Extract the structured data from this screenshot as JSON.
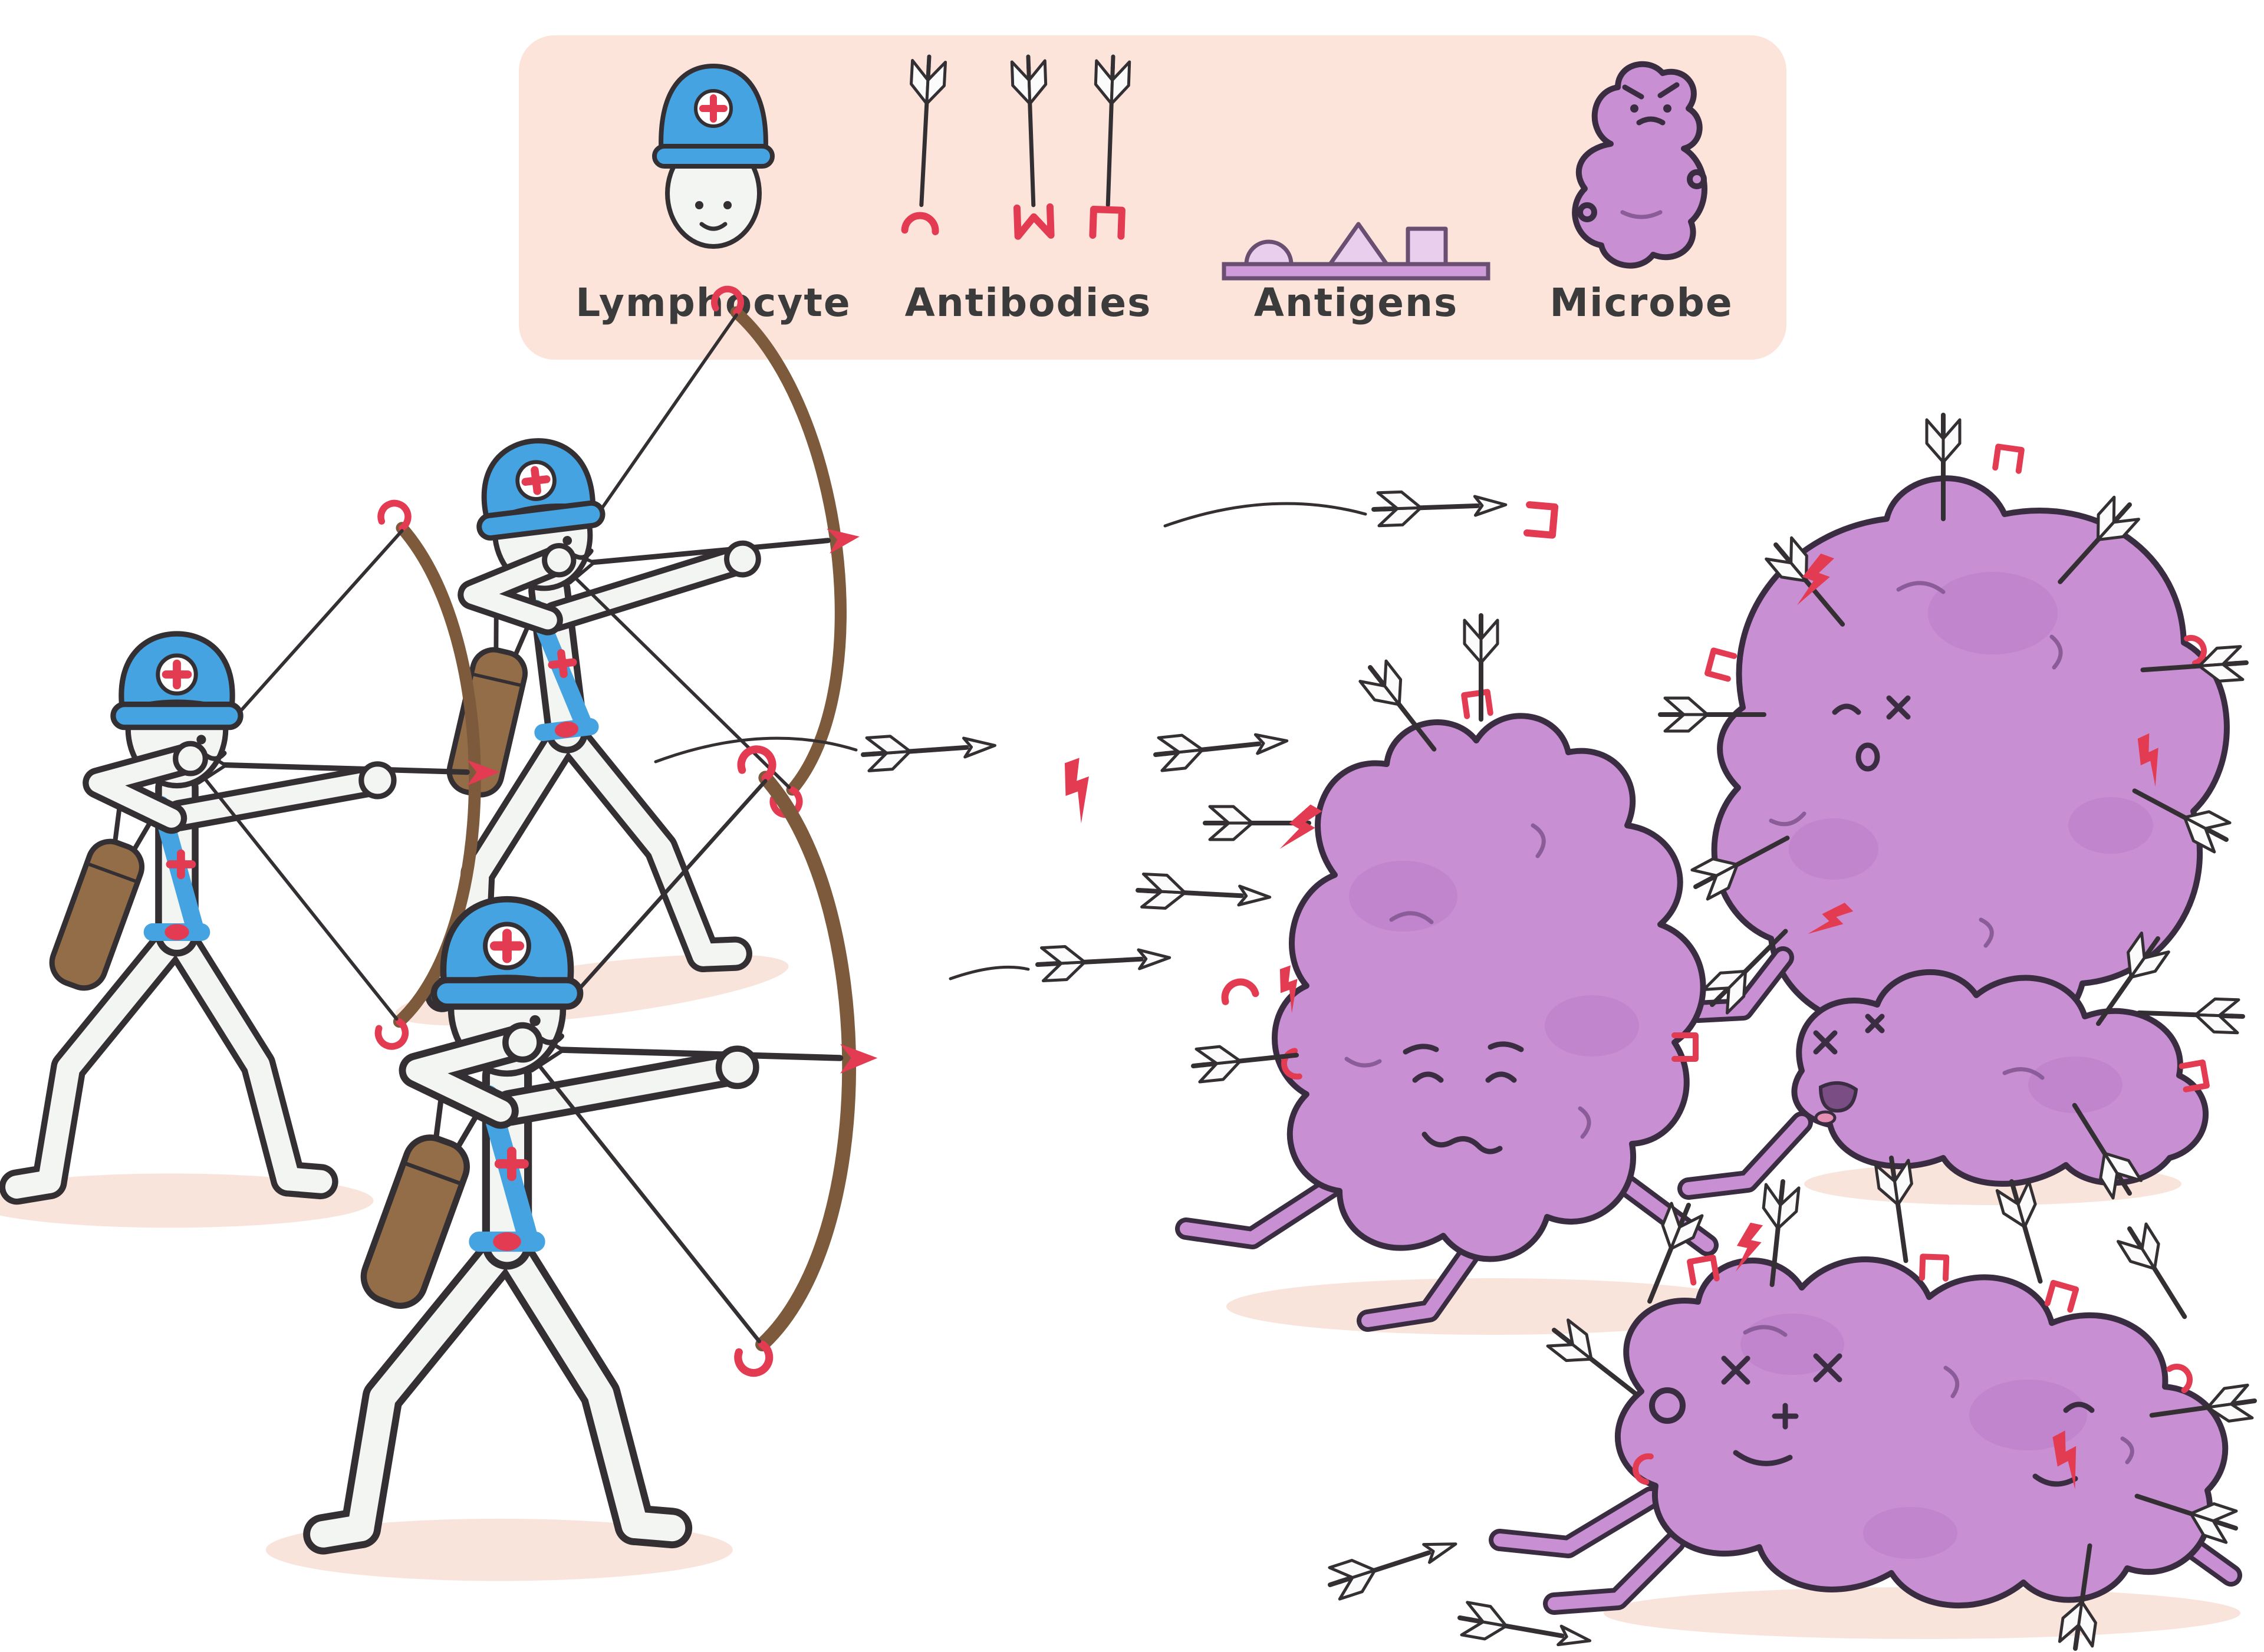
{
  "legend": {
    "background_color": "#fce4db",
    "items": [
      {
        "id": "lymphocyte",
        "label": "Lymphocyte",
        "icon": "lymphocyte-icon"
      },
      {
        "id": "antibodies",
        "label": "Antibodies",
        "icon": "antibodies-icon"
      },
      {
        "id": "antigens",
        "label": "Antigens",
        "icon": "antigens-icon"
      },
      {
        "id": "microbe",
        "label": "Microbe",
        "icon": "microbe-icon"
      }
    ]
  },
  "colors": {
    "background": "#ffffff",
    "outline": "#332f33",
    "lymphocyte_body": "#f3f5f2",
    "helmet_blue": "#46a3e1",
    "cross_red": "#e23b52",
    "bow_brown": "#7c5a3b",
    "quiver_brown": "#926d47",
    "microbe_purple": "#c98fd3",
    "antigen_light_purple": "#e9cfed",
    "ground_shadow_pink": "#f7ddd2"
  },
  "scene": {
    "lymphocyte_archers": 3,
    "microbes": 4,
    "flying_antibody_arrows": 5
  }
}
